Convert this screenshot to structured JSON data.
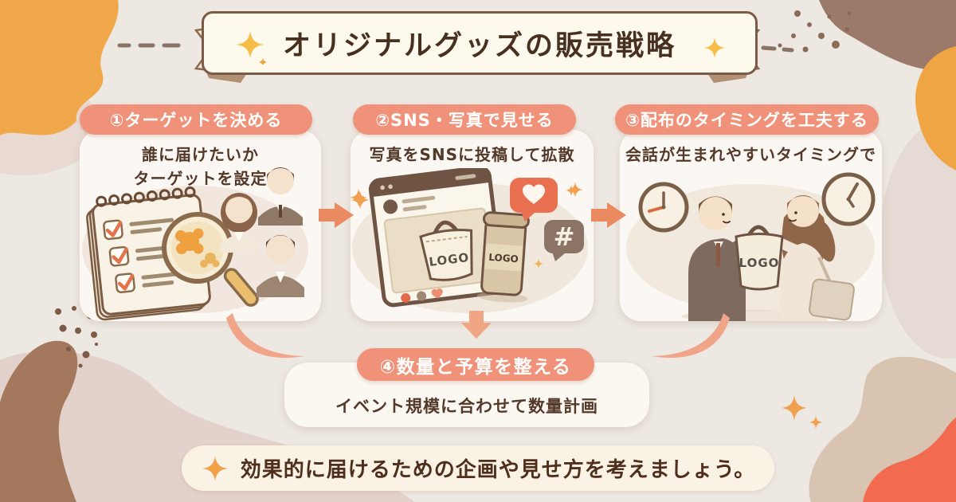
{
  "title": {
    "text": "オリジナルグッズの販売戦略"
  },
  "steps": [
    {
      "label": "①ターゲットを決める",
      "desc_lines": [
        "誰に届けたいか",
        "ターゲットを設定"
      ]
    },
    {
      "label": "②SNS・写真で見せる",
      "desc_lines": [
        "写真をSNSに投稿して拡散"
      ]
    },
    {
      "label": "③配布のタイミングを工夫する",
      "desc_lines": [
        "会話が生まれやすいタイミングで"
      ]
    },
    {
      "label": "④数量と予算を整える",
      "desc_lines": [
        "イベント規模に合わせて数量計画"
      ]
    }
  ],
  "footer": {
    "text": "効果的に届けるための企画や見せ方を考えましょう。"
  },
  "illustrations": {
    "bag_label": "LOGO",
    "tumbler_label": "LOGO",
    "handoff_bag_label": "LOGO",
    "hashtag_symbol": "#"
  },
  "colors": {
    "accent_salmon": "#EF9279",
    "accent_orange": "#F1A84B",
    "coral": "#F26A50",
    "dark_brown_text": "#47301F",
    "banner_cream": "#FDF9EC",
    "card_cream": "#FBF7F2"
  }
}
